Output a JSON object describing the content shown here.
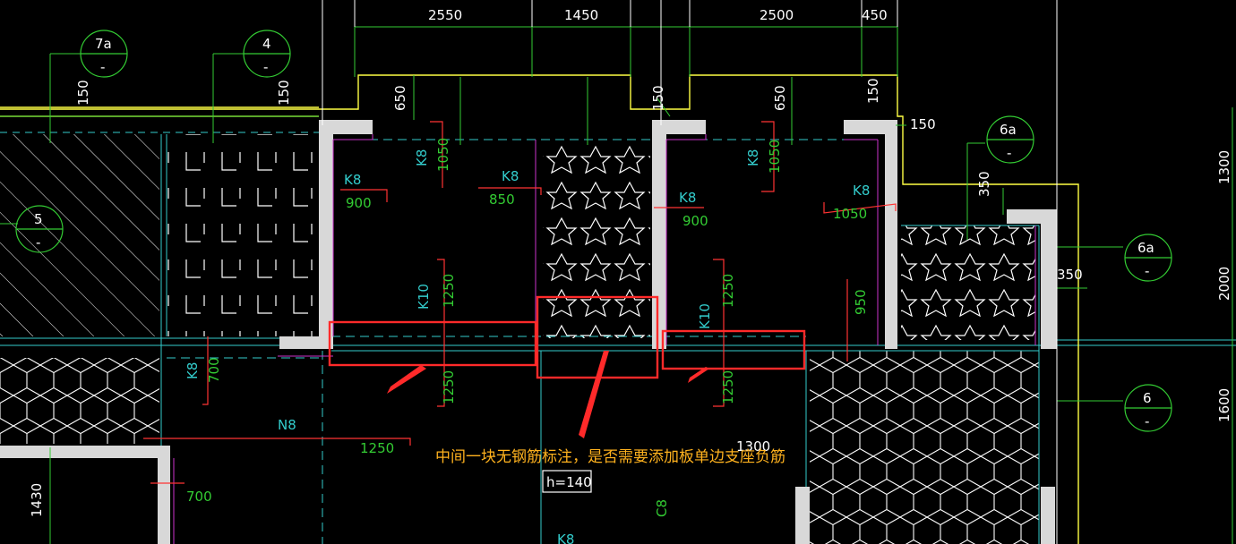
{
  "drawing": {
    "background": "#000000",
    "colors": {
      "wall": "#d8d8d8",
      "slab_edge": "#ffff44",
      "grid": "#33cccc",
      "rebar": "#ff3333",
      "dim": "#33cc33",
      "hatch": "#ffffff",
      "callout": "#ff2a2a",
      "note": "#ffb21e",
      "magenta": "#cc33cc"
    },
    "top_dims": [
      "2550",
      "1450",
      "2500",
      "450"
    ],
    "right_dims": [
      "1300",
      "2000",
      "1600"
    ],
    "small_dims": [
      "150",
      "150",
      "650",
      "150",
      "650",
      "150",
      "150",
      "350",
      "350"
    ],
    "side_dim": "1430",
    "axis_tags": [
      {
        "top": "7a",
        "bottom": "-"
      },
      {
        "top": "4",
        "bottom": "-"
      },
      {
        "top": "5",
        "bottom": "-"
      },
      {
        "top": "6a",
        "bottom": "-"
      },
      {
        "top": "6a",
        "bottom": "-"
      },
      {
        "top": "6",
        "bottom": "-"
      }
    ],
    "rebar_labels": {
      "k8_left_top": "K8",
      "k8_left_top_len": "1050",
      "k8_left": "K8",
      "k8_left_len": "900",
      "k8_mid": "K8",
      "k8_mid_len": "850",
      "k8_r1": "K8",
      "k8_r1_len": "900",
      "k8_r1_top": "K8",
      "k8_r1_top_len": "1050",
      "k8_r2": "K8",
      "k8_r2_len": "1050",
      "k10_left": "K10",
      "k10_left_len": "1250",
      "k10_left_down": "1250",
      "k10_right": "K10",
      "k10_right_len": "1250",
      "k10_right_down": "1250",
      "k8_lower": "K8",
      "k8_lower_len": "700",
      "n8": "N8",
      "n8_len": "1250",
      "len_700b": "700",
      "len_950": "950",
      "len_1300": "1300",
      "c8": "C8",
      "k8_bottom": "K8"
    },
    "slab_thickness": "h=140",
    "annotation": "中间一块无钢筋标注，是否需要添加板单边支座负筋"
  }
}
